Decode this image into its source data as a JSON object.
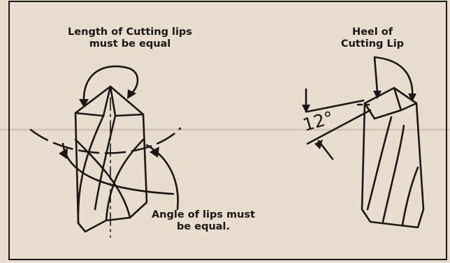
{
  "labels": {
    "length_line1": "Length of Cutting lips",
    "length_line2": "must be equal",
    "heel_line1": "Heel of",
    "heel_line2": "Cutting Lip",
    "angle_line1": "Angle of lips must",
    "angle_line2": "be equal.",
    "clearance_angle": "12°"
  },
  "colors": {
    "paper": "#e9ddd0",
    "ink": "#1b1714"
  }
}
